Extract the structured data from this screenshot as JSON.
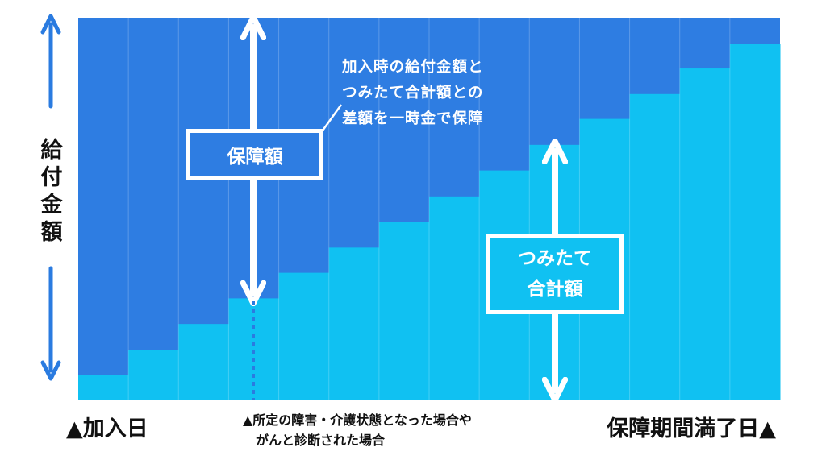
{
  "colors": {
    "coverage": "#2e7de2",
    "savings": "#10c1f2",
    "arrow_dark": "#2a7be0",
    "arrow_light": "#ffffff",
    "text": "#111111"
  },
  "axis_label": "給付金額",
  "start_label": "▲加入日",
  "end_label": "保障期間満了日▲",
  "event_label": "▲所定の障害・介護状態となった場合や\n　がんと診断された場合",
  "callout_text": "加入時の給付金額と\nつみたて合計額との\n差額を一時金で保障",
  "box_guarantee_label": "保障額",
  "box_savings_label": "つみたて\n合計額",
  "steps": {
    "count": 14,
    "savings_fractions": [
      0.065,
      0.13,
      0.198,
      0.265,
      0.332,
      0.398,
      0.465,
      0.532,
      0.6,
      0.667,
      0.735,
      0.8,
      0.867,
      0.932
    ]
  },
  "icons": [
    "up-arrow-icon",
    "down-arrow-icon",
    "double-arrow-icon"
  ]
}
